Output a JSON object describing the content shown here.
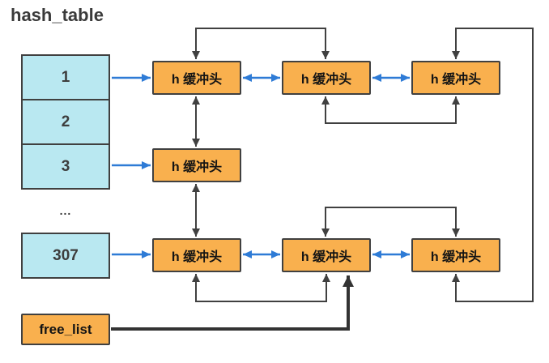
{
  "title": "hash_table",
  "hash_table": {
    "cells": [
      "1",
      "2",
      "3"
    ],
    "ellipsis": "...",
    "overflow_cell": "307"
  },
  "buffers": {
    "nodes": [
      "h 缓冲头",
      "h 缓冲头",
      "h 缓冲头",
      "h 缓冲头",
      "h 缓冲头",
      "h 缓冲头",
      "h 缓冲头"
    ]
  },
  "free_list": {
    "label": "free_list"
  },
  "colors": {
    "hash_cell_fill": "#b9e8f1",
    "buffer_fill": "#f9b04e",
    "box_border": "#404040",
    "pointer_blue": "#2e7bd6",
    "link_line": "#404040",
    "free_list_line": "#333333"
  }
}
